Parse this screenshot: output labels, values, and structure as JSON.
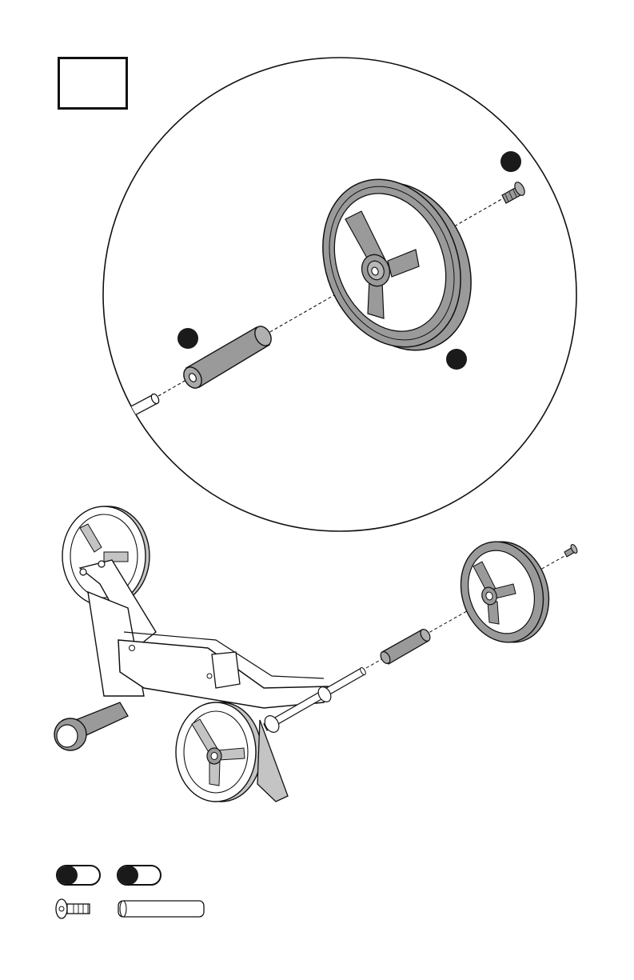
{
  "step": {
    "number": ""
  },
  "callouts": [
    {
      "id": "A",
      "label": ""
    },
    {
      "id": "B",
      "label": ""
    },
    {
      "id": "C",
      "label": ""
    }
  ],
  "parts_list": [
    {
      "part": "screw",
      "icon": "screw-icon",
      "quantity_label": ""
    },
    {
      "part": "spacer-tube",
      "icon": "spacer-tube-icon",
      "quantity_label": ""
    }
  ],
  "colors": {
    "line": "#111111",
    "part_fill": "#9a9a9a",
    "part_fill_light": "#c4c4c4",
    "callout_fill": "#1a1a1a",
    "background": "#ffffff"
  }
}
